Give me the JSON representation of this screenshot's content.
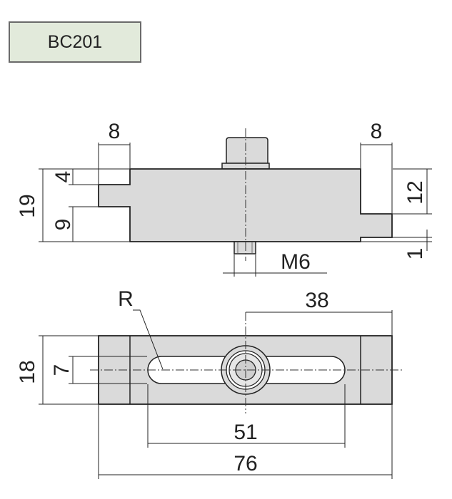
{
  "part_label": "BC201",
  "dimensions": {
    "top_left_width": "8",
    "top_right_width": "8",
    "left_top_step": "4",
    "left_overall_height": "19",
    "left_bottom_step": "9",
    "right_slot_height": "12",
    "right_bottom_step": "1",
    "thread": "M6",
    "radius": "R",
    "center_to_end": "38",
    "overall_width": "18",
    "slot_width": "7",
    "slot_length": "51",
    "overall_length": "76"
  },
  "colors": {
    "body_fill": "#dadada",
    "line": "#222222",
    "label_bg": "#e2eadb"
  }
}
